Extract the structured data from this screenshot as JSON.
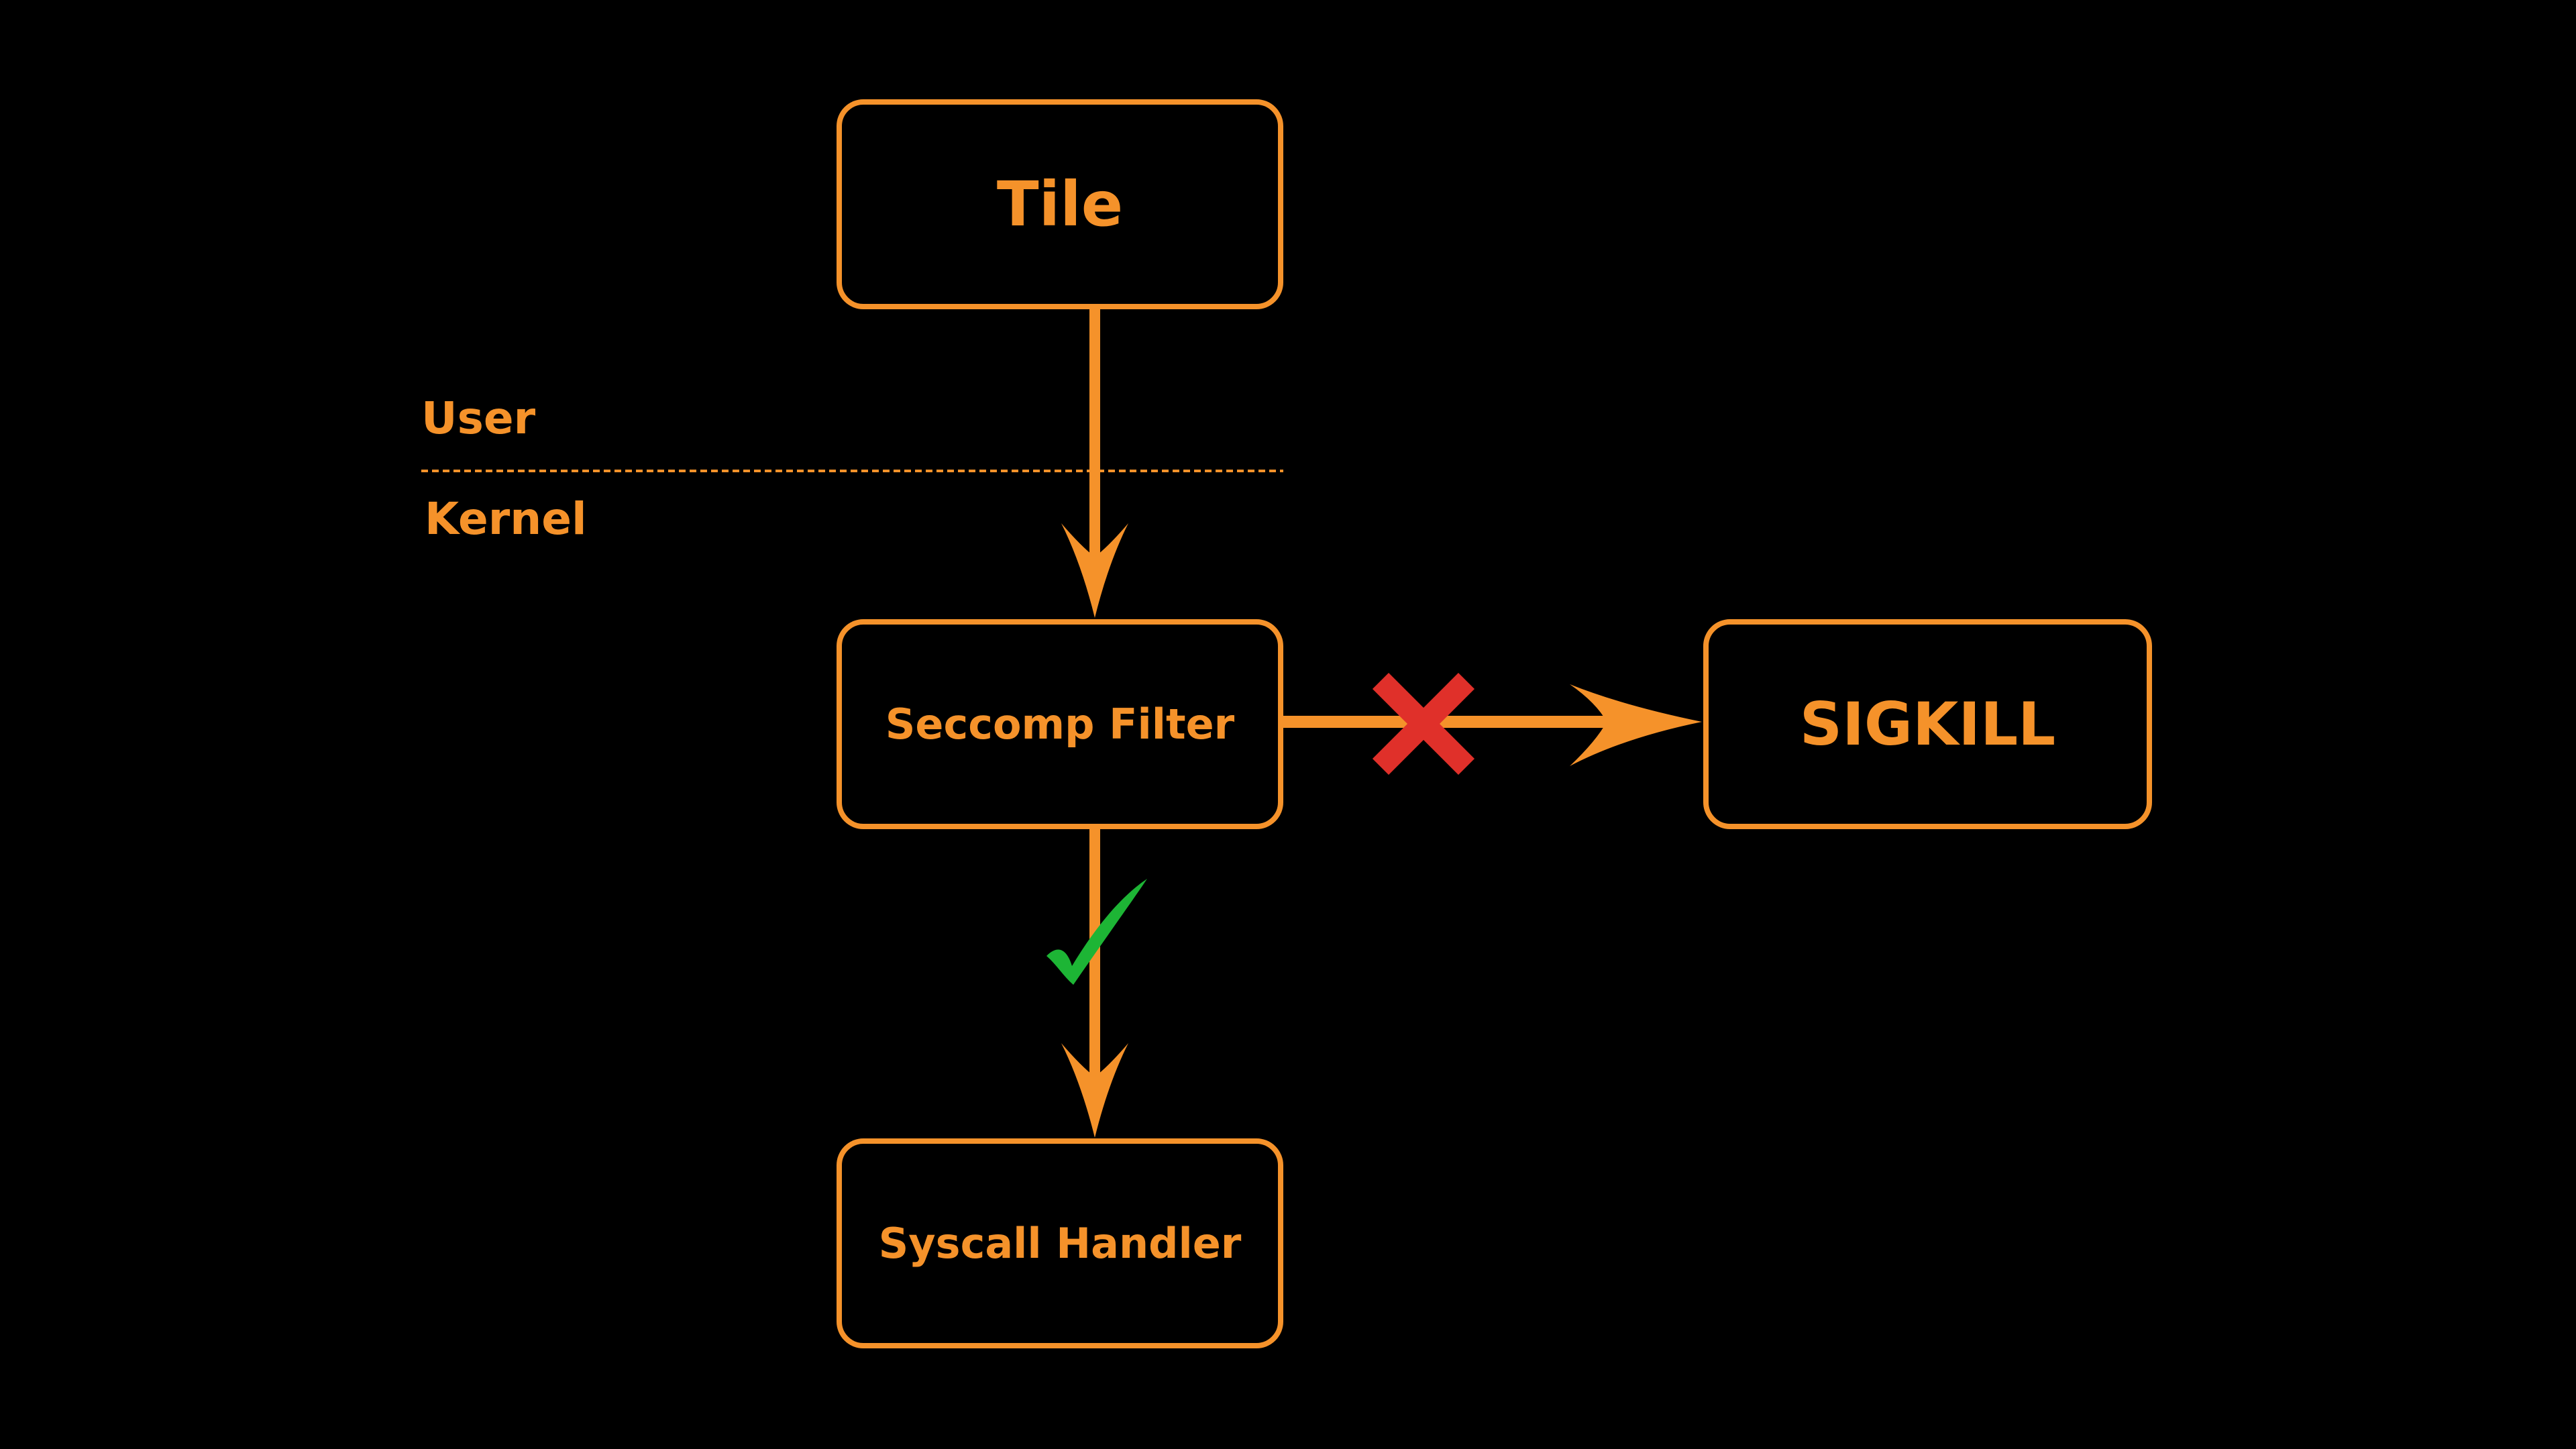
{
  "nodes": {
    "tile": "Tile",
    "seccomp_filter": "Seccomp Filter",
    "syscall_handler": "Syscall Handler",
    "sigkill": "SIGKILL"
  },
  "boundary": {
    "upper": "User",
    "lower": "Kernel"
  },
  "edges": [
    {
      "from": "Tile",
      "to": "Seccomp Filter",
      "marker": "none"
    },
    {
      "from": "Seccomp Filter",
      "to": "Syscall Handler",
      "marker": "check",
      "marker_color": "#1DB535"
    },
    {
      "from": "Seccomp Filter",
      "to": "SIGKILL",
      "marker": "cross",
      "marker_color": "#E0302A"
    }
  ],
  "colors": {
    "background": "#000000",
    "accent": "#F5922A",
    "check": "#1DB535",
    "cross": "#E0302A"
  }
}
